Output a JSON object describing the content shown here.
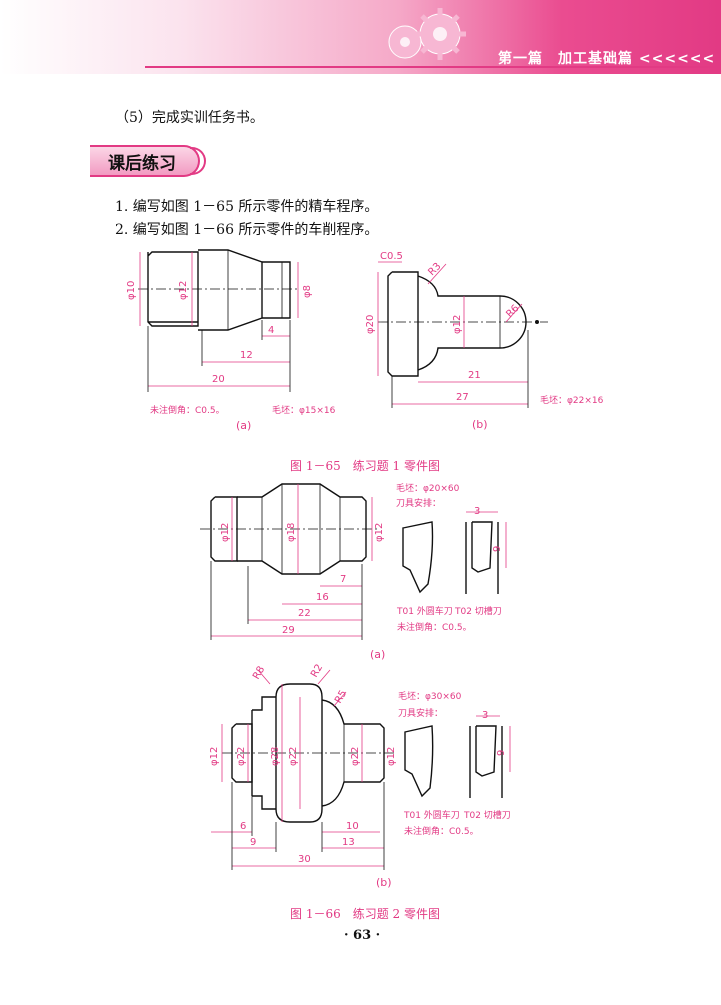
{
  "header": {
    "title": "第一篇　加工基础篇 <<<<<<"
  },
  "body": {
    "step5": "（5）完成实训任务书。",
    "section_title": "课后练习",
    "exercise1": "1. 编写如图 1－65 所示零件的精车程序。",
    "exercise2": "2. 编写如图 1－66 所示零件的车削程序。"
  },
  "fig65": {
    "caption": "图 1－65　练习题 1 零件图",
    "a": {
      "label": "(a)",
      "dims": [
        "φ10",
        "φ12",
        "φ8",
        "4",
        "12",
        "20"
      ],
      "note1": "未注倒角：C0.5。",
      "note2": "毛坯：φ15×16"
    },
    "b": {
      "label": "(b)",
      "dims": [
        "C0.5",
        "R3",
        "φ20",
        "φ12",
        "R6",
        "21",
        "27"
      ],
      "note": "毛坯：φ22×16"
    }
  },
  "fig66": {
    "caption": "图 1－66　练习题 2 零件图",
    "a": {
      "label": "(a)",
      "dims": [
        "φ12",
        "φ18",
        "φ12",
        "7",
        "16",
        "22",
        "29",
        "3",
        "9"
      ],
      "blank": "毛坯：φ20×60",
      "tool_setup": "刀具安排：",
      "tool1": "T01 外圆车刀",
      "tool2": "T02 切槽刀",
      "chamfer": "未注倒角：C0.5。"
    },
    "b": {
      "label": "(b)",
      "dims": [
        "R8",
        "R2",
        "R5",
        "φ12",
        "φ22",
        "φ28",
        "φ22",
        "φ22",
        "φ12",
        "6",
        "9",
        "10",
        "13",
        "30",
        "3",
        "9"
      ],
      "blank": "毛坯：φ30×60",
      "tool_setup": "刀具安排：",
      "tool1": "T01 外圆车刀",
      "tool2": "T02 切槽刀",
      "chamfer": "未注倒角：C0.5。"
    }
  },
  "page_number": "· 63 ·",
  "colors": {
    "accent": "#e23a84",
    "banner_light": "#fbe3ee"
  }
}
